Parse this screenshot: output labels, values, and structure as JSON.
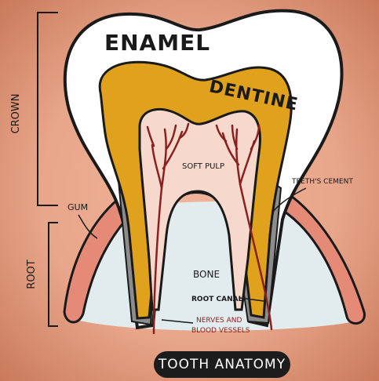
{
  "labels": {
    "crown": "CROWN",
    "root": "ROOT",
    "enamel": "ENAMEL",
    "dentine": "DENTINE",
    "soft_pulp": "SOFT PULP",
    "teeths_cement": "TEETH'S CEMENT",
    "gum": "GUM",
    "bone": "BONE",
    "root_canal": "ROOT CANAL",
    "nerves_line1": "NERVES AND",
    "nerves_line2": "BLOOD VESSELS"
  },
  "title": "TOOTH ANATOMY",
  "colors": {
    "background": "#e8a68a",
    "enamel": "#ffffff",
    "dentine": "#e0a21c",
    "pulp": "#f6d8cc",
    "gum": "#e48a76",
    "bone": "#e2ecef",
    "cement": "#8c8c8c",
    "vessels": "#8a2020"
  }
}
